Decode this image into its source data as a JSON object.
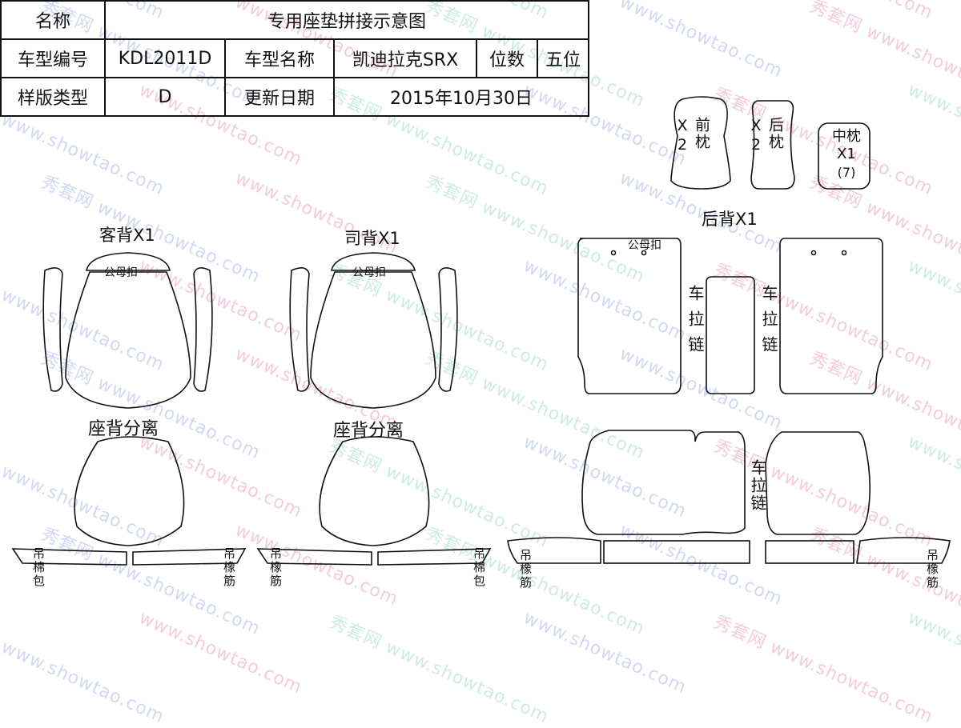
{
  "header_table": {
    "name_label": "名称",
    "title": "专用座垫拼接示意图",
    "model_no_label": "车型编号",
    "model_no": "KDL2011D",
    "model_name_label": "车型名称",
    "model_name": "凯迪拉克SRX",
    "seats_label": "位数",
    "seats": "五位",
    "template_type_label": "样版类型",
    "template_type": "D",
    "update_date_label": "更新日期",
    "update_date": "2015年10月30日"
  },
  "labels": {
    "passenger_back": "客背X1",
    "driver_back": "司背X1",
    "snap_button": "公母扣",
    "seat_back_separate": "座背分离",
    "rear_back": "后背X1",
    "zipper": "车拉链",
    "hang_cotton_bag": "吊棉包",
    "hang_rubber_band": "吊橡筋",
    "front_pillow": "前枕X2",
    "rear_pillow": "后枕X2",
    "middle_pillow": "中枕X1",
    "middle_pillow_note": "(7)"
  },
  "watermark": {
    "site": "www.showtao.com",
    "brand": "秀套网",
    "colors": [
      "#9aa9e6",
      "#e88bb5",
      "#8fd6c0"
    ]
  }
}
